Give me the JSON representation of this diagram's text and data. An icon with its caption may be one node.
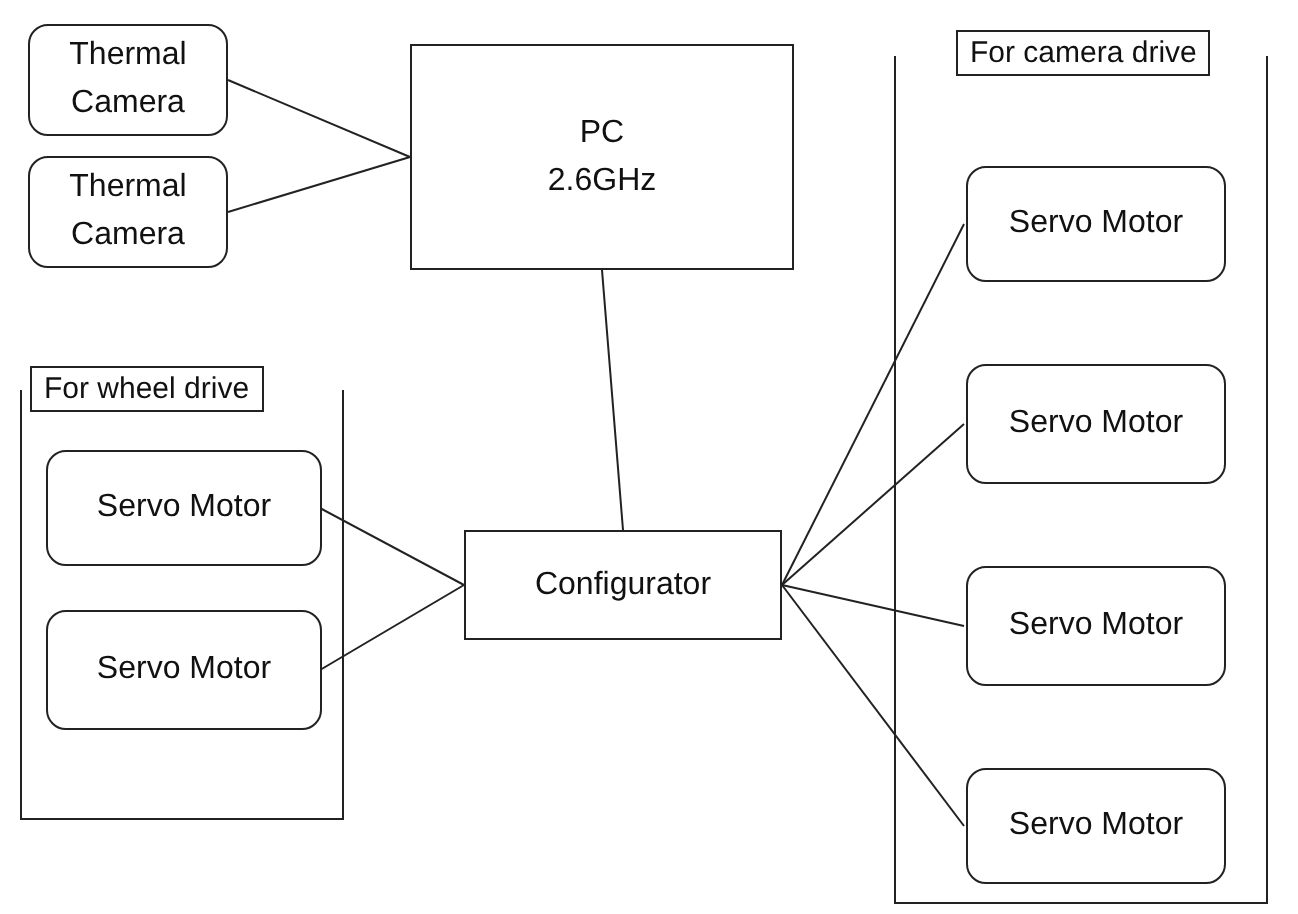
{
  "diagram": {
    "nodes": [
      {
        "text": [
          "Thermal Camera"
        ]
      },
      {
        "text": [
          "Thermal Camera"
        ]
      },
      {
        "text": [
          "PC",
          "2.6GHz"
        ]
      },
      {
        "text": [
          "For wheel drive"
        ]
      },
      {
        "text": [
          "Servo Motor"
        ],
        "in": 3
      },
      {
        "text": [
          "Servo Motor"
        ],
        "in": 3
      },
      {
        "text": [
          "Configurator"
        ]
      },
      {
        "text": [
          "For camera drive"
        ]
      },
      {
        "text": [
          "Servo Motor"
        ],
        "in": 7
      },
      {
        "text": [
          "Servo Motor"
        ],
        "in": 7
      },
      {
        "text": [
          "Servo Motor"
        ],
        "in": 7
      },
      {
        "text": [
          "Servo Motor"
        ],
        "in": 7
      }
    ],
    "edges": [
      {
        "from": 0,
        "to": 2,
        "arrow": "none"
      },
      {
        "from": 1,
        "to": 2,
        "arrow": "none"
      },
      {
        "from": 2,
        "to": 6,
        "arrow": "none"
      },
      {
        "from": 4,
        "to": 6,
        "arrow": "none"
      },
      {
        "from": 5,
        "to": 6,
        "arrow": "none"
      },
      {
        "from": 6,
        "to": 8,
        "arrow": "none"
      },
      {
        "from": 6,
        "to": 9,
        "arrow": "none"
      },
      {
        "from": 6,
        "to": 10,
        "arrow": "none"
      },
      {
        "from": 6,
        "to": 11,
        "arrow": "none"
      }
    ]
  }
}
